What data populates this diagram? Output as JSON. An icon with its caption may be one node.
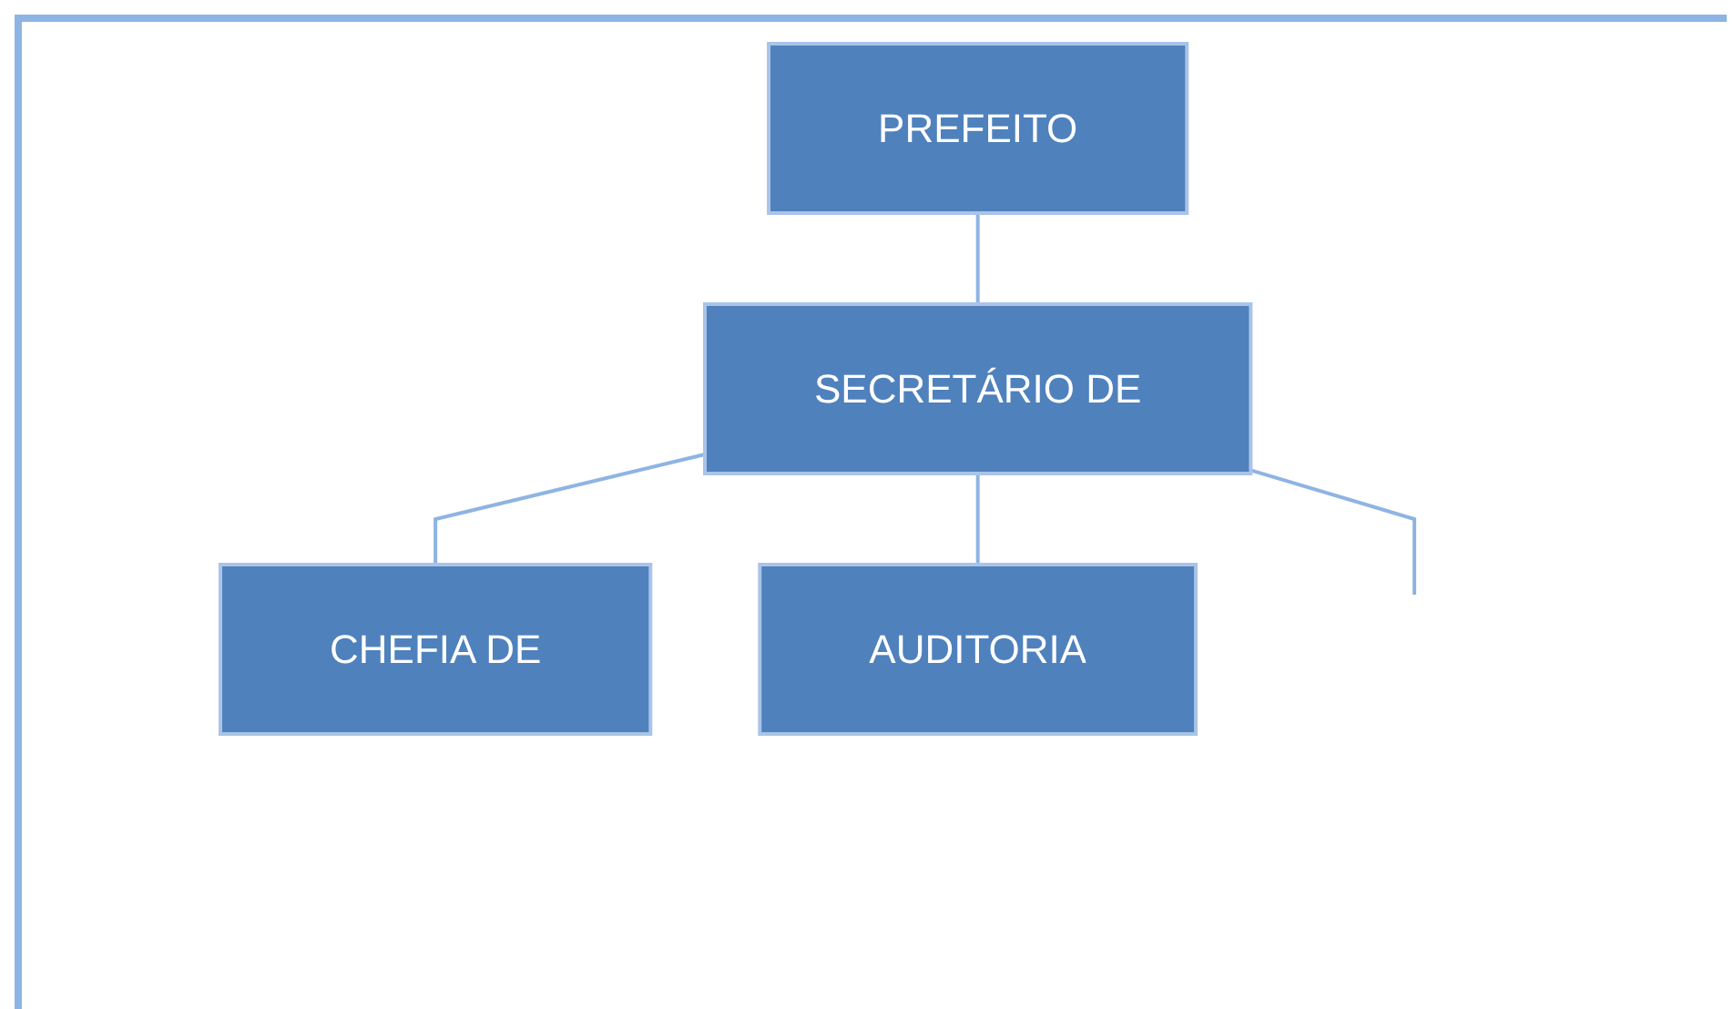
{
  "diagram": {
    "nodes": [
      {
        "text": [
          "PREFEITO"
        ]
      },
      {
        "text": [
          "SECRETÁRIO DE"
        ]
      },
      {
        "text": [
          "CHEFIA DE"
        ]
      },
      {
        "text": [
          "AUDITORIA"
        ]
      }
    ],
    "edges": [
      {
        "from": 0,
        "to": 1,
        "arrow": "none"
      },
      {
        "from": 1,
        "to": 2,
        "arrow": "none"
      },
      {
        "from": 1,
        "to": 3,
        "arrow": "none"
      },
      {
        "from": 1,
        "to": null,
        "arrow": "none"
      }
    ]
  }
}
